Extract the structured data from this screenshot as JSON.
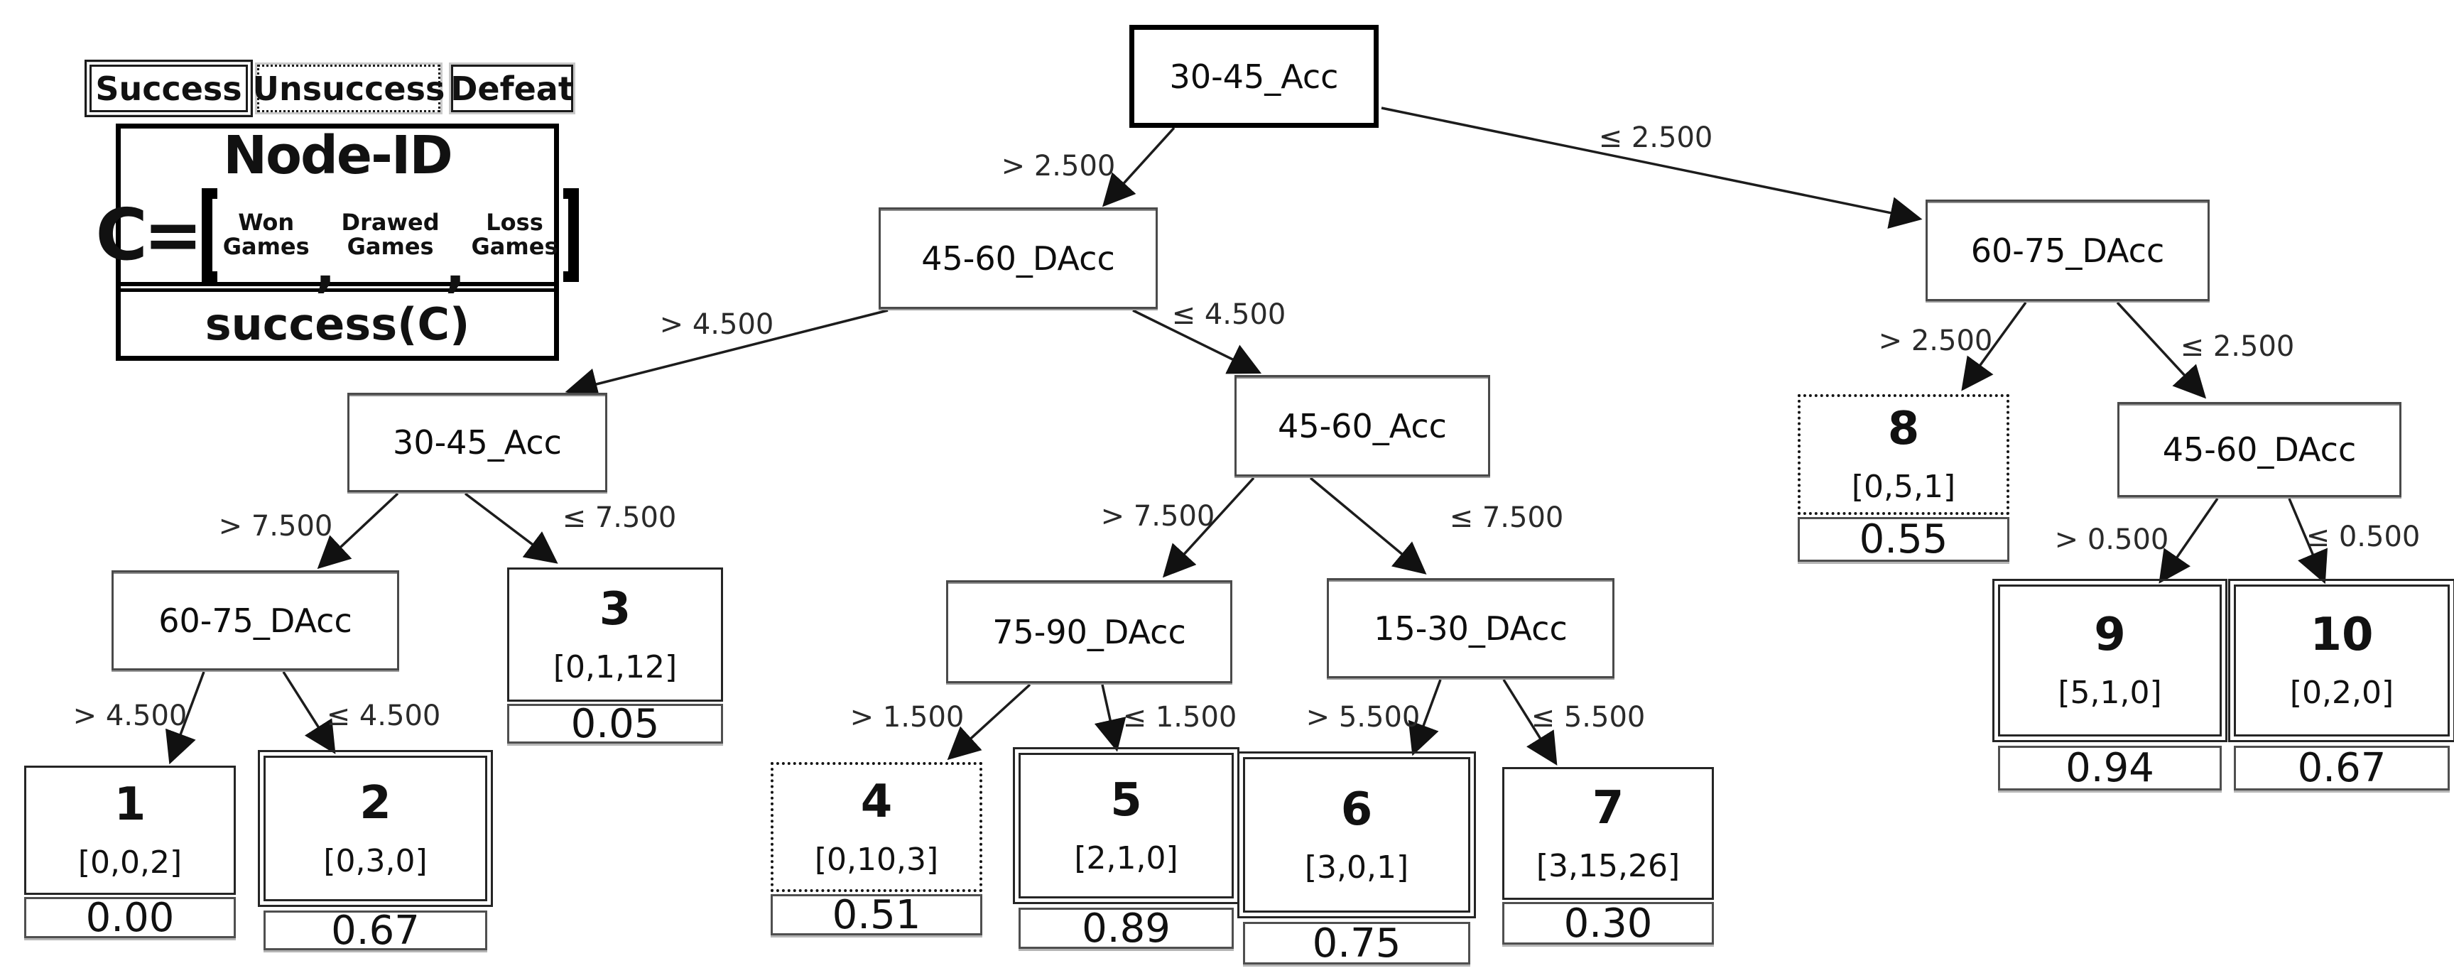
{
  "colors": {
    "ink": "#111111",
    "node_border": "#4a4a4a",
    "edge": "#1c1c1c"
  },
  "legend": {
    "classes": [
      {
        "label": "Success",
        "style": "double"
      },
      {
        "label": "Unsuccess",
        "style": "dotted"
      },
      {
        "label": "Defeat",
        "style": "solid"
      }
    ],
    "node_box": {
      "id_label": "Node-ID",
      "formula_lhs": "C=",
      "bracket_open": "[",
      "bracket_close": "]",
      "comma": ",",
      "terms": [
        {
          "top": "Won",
          "bottom": "Games"
        },
        {
          "top": "Drawed",
          "bottom": "Games"
        },
        {
          "top": "Loss",
          "bottom": "Games"
        }
      ],
      "footer_label": "success(C)"
    }
  },
  "internal_nodes": {
    "root": "30-45_Acc",
    "l1_left": "45-60_DAcc",
    "l1_right": "60-75_DAcc",
    "l2_left": "30-45_Acc",
    "l2_mid": "45-60_Acc",
    "l2_right": "45-60_DAcc",
    "l3_left": "60-75_DAcc",
    "l3_mid_left": "75-90_DAcc",
    "l3_mid_right": "15-30_DAcc"
  },
  "leaves": {
    "n1": {
      "id": "1",
      "counts": "[0,0,2]",
      "success": "0.00",
      "class": "defeat"
    },
    "n2": {
      "id": "2",
      "counts": "[0,3,0]",
      "success": "0.67",
      "class": "success"
    },
    "n3": {
      "id": "3",
      "counts": "[0,1,12]",
      "success": "0.05",
      "class": "defeat"
    },
    "n4": {
      "id": "4",
      "counts": "[0,10,3]",
      "success": "0.51",
      "class": "unsuccess"
    },
    "n5": {
      "id": "5",
      "counts": "[2,1,0]",
      "success": "0.89",
      "class": "success"
    },
    "n6": {
      "id": "6",
      "counts": "[3,0,1]",
      "success": "0.75",
      "class": "success"
    },
    "n7": {
      "id": "7",
      "counts": "[3,15,26]",
      "success": "0.30",
      "class": "defeat"
    },
    "n8": {
      "id": "8",
      "counts": "[0,5,1]",
      "success": "0.55",
      "class": "unsuccess"
    },
    "n9": {
      "id": "9",
      "counts": "[5,1,0]",
      "success": "0.94",
      "class": "success"
    },
    "n10": {
      "id": "10",
      "counts": "[0,2,0]",
      "success": "0.67",
      "class": "success"
    }
  },
  "edges": {
    "e1": "> 2.500",
    "e2": "≤ 2.500",
    "e3": "> 4.500",
    "e4": "≤ 4.500",
    "e5": "> 7.500",
    "e6": "≤ 7.500",
    "e7": "> 7.500",
    "e8": "≤ 7.500",
    "e9": "> 4.500",
    "e10": "≤ 4.500",
    "e11": "> 1.500",
    "e12": "≤ 1.500",
    "e13": "> 5.500",
    "e14": "≤ 5.500",
    "e15": "> 2.500",
    "e16": "≤ 2.500",
    "e17": "> 0.500",
    "e18": "≤ 0.500"
  },
  "tree_structure": [
    {
      "node": "30-45_Acc",
      "if": "> 2.500 → 45-60_DAcc",
      "else": "≤ 2.500 → 60-75_DAcc"
    },
    {
      "node": "45-60_DAcc",
      "if": "> 4.500 → 30-45_Acc",
      "else": "≤ 4.500 → 45-60_Acc"
    },
    {
      "node": "30-45_Acc",
      "if": "> 7.500 → 60-75_DAcc",
      "else": "≤ 7.500 → leaf 3"
    },
    {
      "node": "60-75_DAcc",
      "if": "> 4.500 → leaf 1",
      "else": "≤ 4.500 → leaf 2"
    },
    {
      "node": "45-60_Acc",
      "if": "> 7.500 → 75-90_DAcc",
      "else": "≤ 7.500 → 15-30_DAcc"
    },
    {
      "node": "75-90_DAcc",
      "if": "> 1.500 → leaf 4",
      "else": "≤ 1.500 → leaf 5"
    },
    {
      "node": "15-30_DAcc",
      "if": "> 5.500 → leaf 6",
      "else": "≤ 5.500 → leaf 7"
    },
    {
      "node": "60-75_DAcc",
      "if": "> 2.500 → leaf 8",
      "else": "≤ 2.500 → 45-60_DAcc"
    },
    {
      "node": "45-60_DAcc",
      "if": "> 0.500 → leaf 9",
      "else": "≤ 0.500 → leaf 10"
    }
  ]
}
